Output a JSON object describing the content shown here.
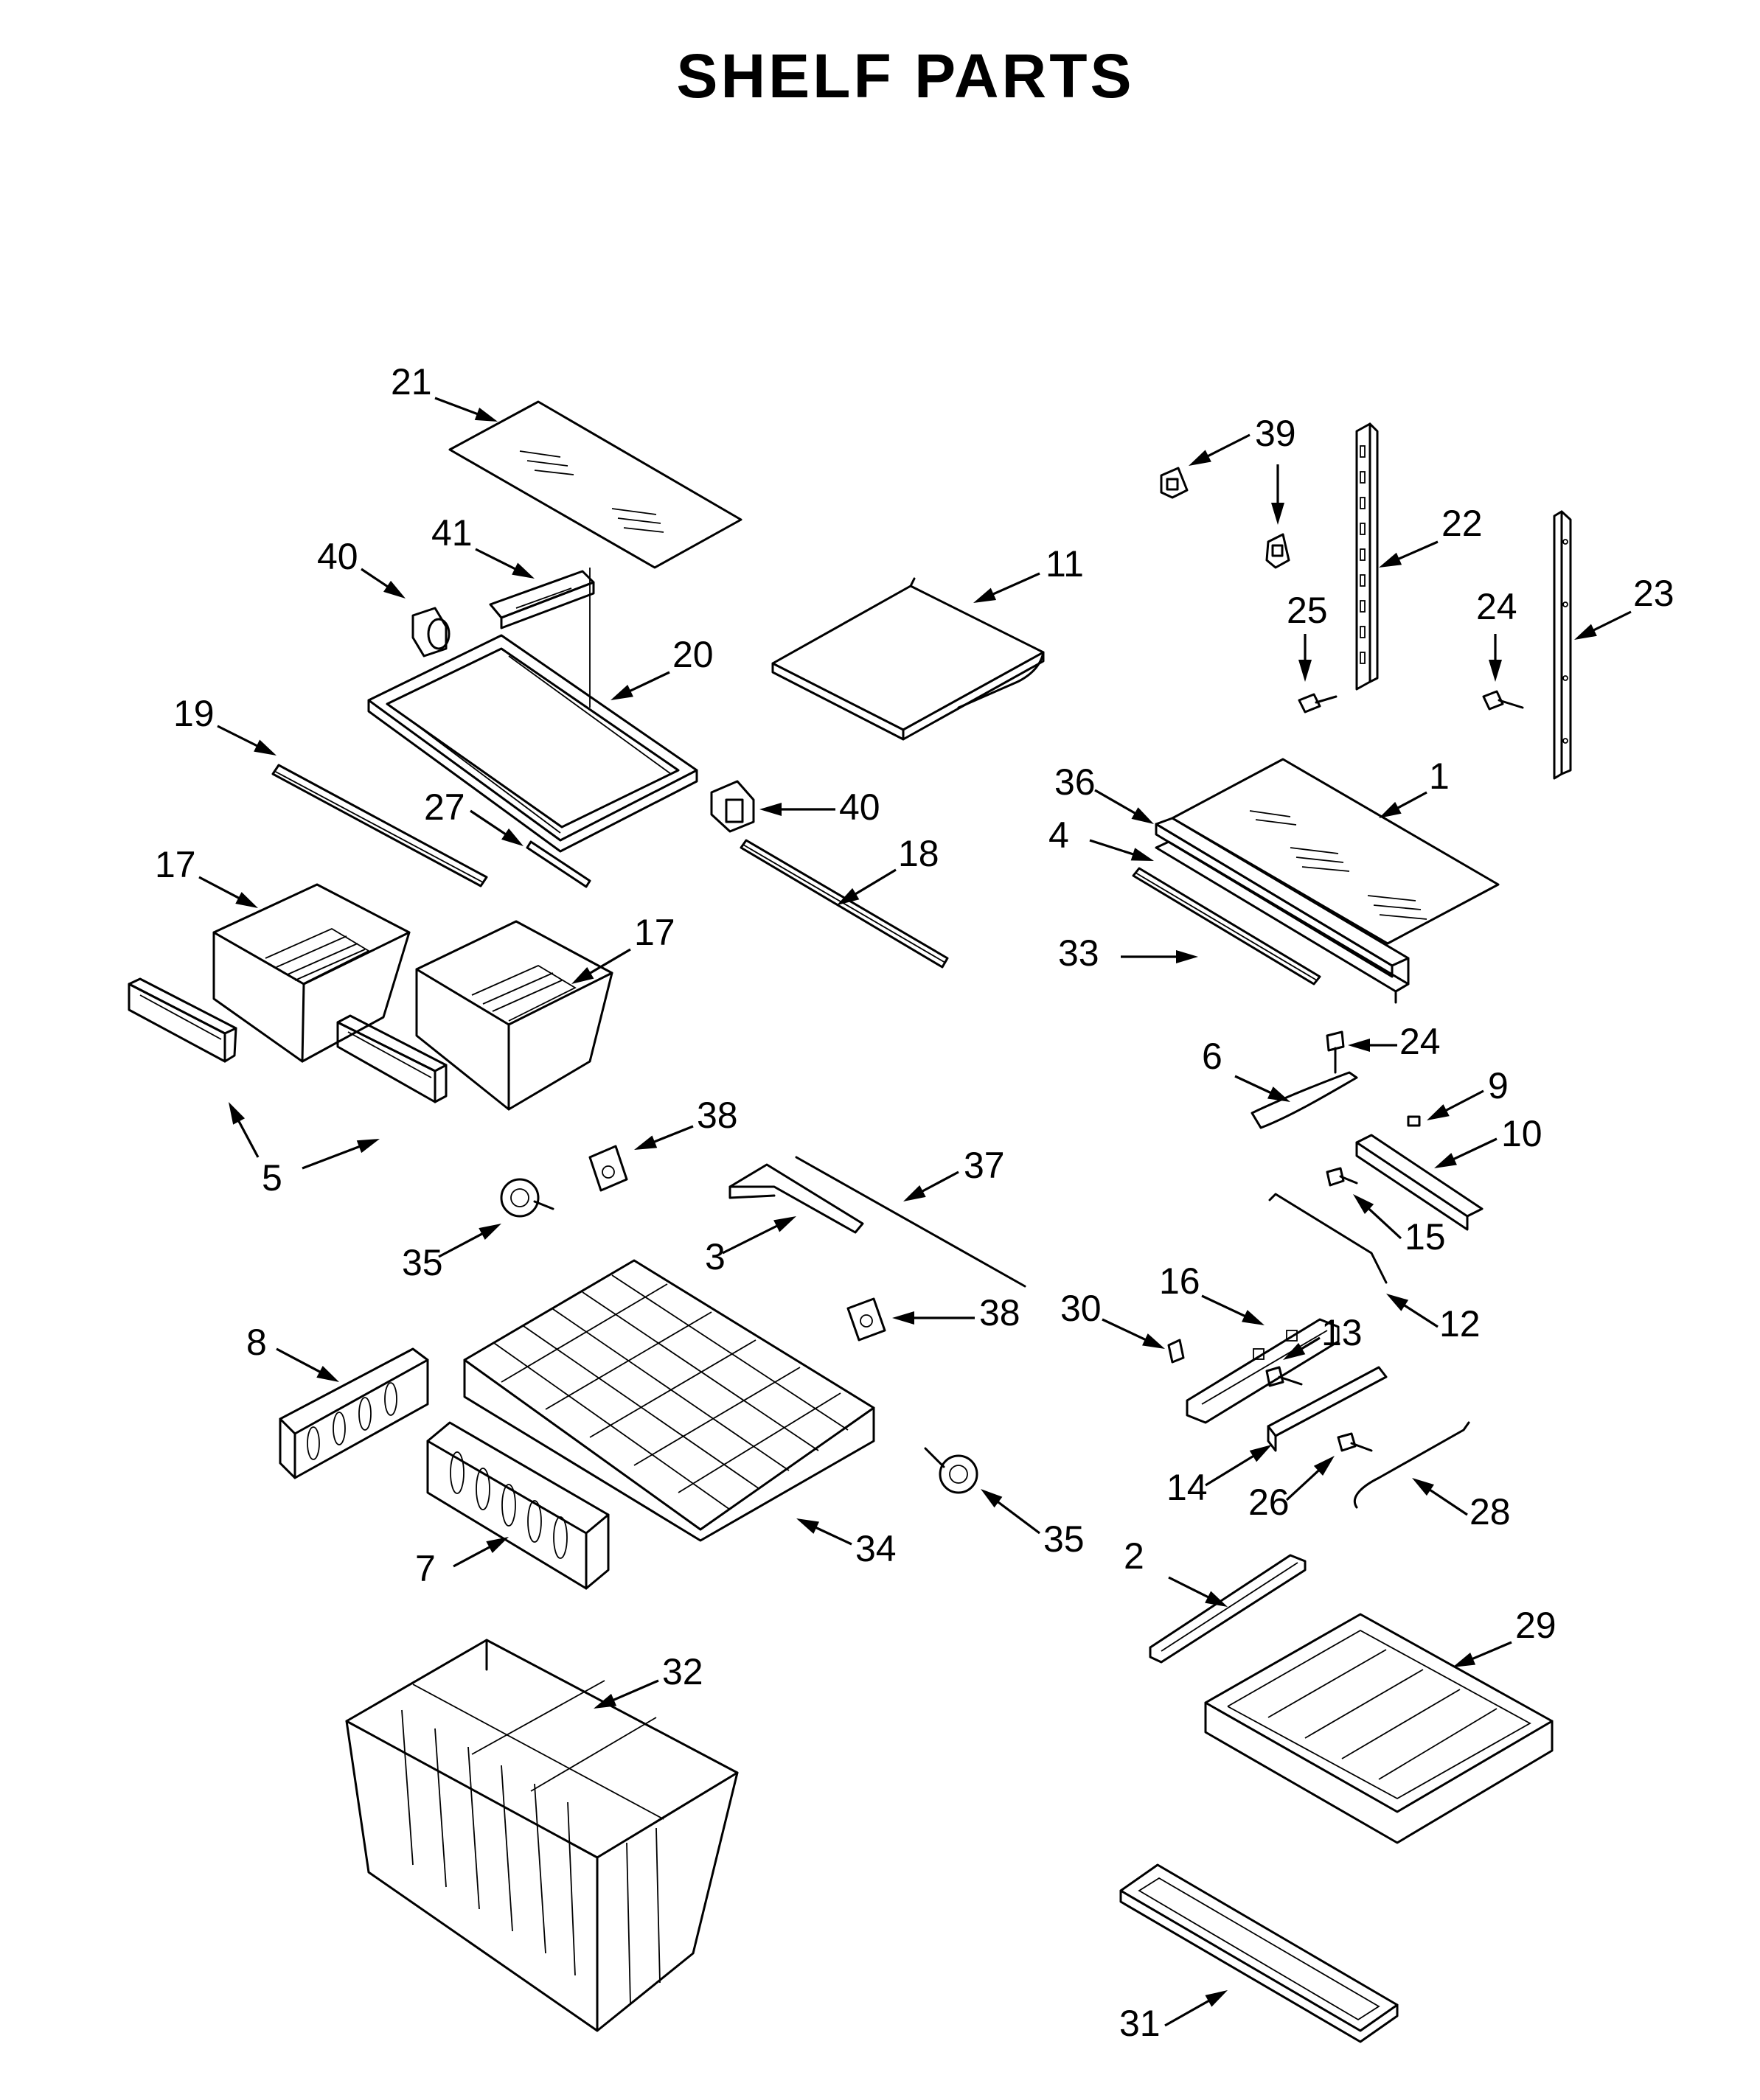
{
  "title": "SHELF PARTS",
  "callouts": [
    {
      "id": "c1",
      "label": "1"
    },
    {
      "id": "c2",
      "label": "2"
    },
    {
      "id": "c3",
      "label": "3"
    },
    {
      "id": "c4",
      "label": "4"
    },
    {
      "id": "c5",
      "label": "5"
    },
    {
      "id": "c6",
      "label": "6"
    },
    {
      "id": "c7",
      "label": "7"
    },
    {
      "id": "c8",
      "label": "8"
    },
    {
      "id": "c9",
      "label": "9"
    },
    {
      "id": "c10",
      "label": "10"
    },
    {
      "id": "c11",
      "label": "11"
    },
    {
      "id": "c12",
      "label": "12"
    },
    {
      "id": "c13",
      "label": "13"
    },
    {
      "id": "c14",
      "label": "14"
    },
    {
      "id": "c15",
      "label": "15"
    },
    {
      "id": "c16",
      "label": "16"
    },
    {
      "id": "c17a",
      "label": "17"
    },
    {
      "id": "c17b",
      "label": "17"
    },
    {
      "id": "c18",
      "label": "18"
    },
    {
      "id": "c19",
      "label": "19"
    },
    {
      "id": "c20",
      "label": "20"
    },
    {
      "id": "c21",
      "label": "21"
    },
    {
      "id": "c22",
      "label": "22"
    },
    {
      "id": "c23",
      "label": "23"
    },
    {
      "id": "c24a",
      "label": "24"
    },
    {
      "id": "c24b",
      "label": "24"
    },
    {
      "id": "c25",
      "label": "25"
    },
    {
      "id": "c26",
      "label": "26"
    },
    {
      "id": "c27",
      "label": "27"
    },
    {
      "id": "c28",
      "label": "28"
    },
    {
      "id": "c29",
      "label": "29"
    },
    {
      "id": "c30",
      "label": "30"
    },
    {
      "id": "c31",
      "label": "31"
    },
    {
      "id": "c32",
      "label": "32"
    },
    {
      "id": "c33",
      "label": "33"
    },
    {
      "id": "c34",
      "label": "34"
    },
    {
      "id": "c35a",
      "label": "35"
    },
    {
      "id": "c35b",
      "label": "35"
    },
    {
      "id": "c36",
      "label": "36"
    },
    {
      "id": "c37",
      "label": "37"
    },
    {
      "id": "c38a",
      "label": "38"
    },
    {
      "id": "c38b",
      "label": "38"
    },
    {
      "id": "c39",
      "label": "39"
    },
    {
      "id": "c40a",
      "label": "40"
    },
    {
      "id": "c40b",
      "label": "40"
    },
    {
      "id": "c41",
      "label": "41"
    }
  ]
}
